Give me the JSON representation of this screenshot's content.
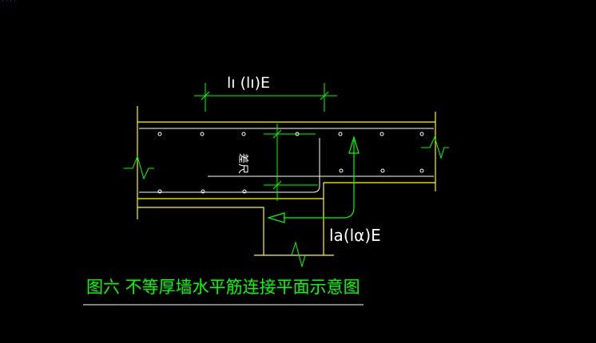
{
  "corner_text": "· · · ·",
  "labels": {
    "lap_length": "lı (lı)E",
    "anchor_length": "la(lα)E",
    "wall_thickness_diff": "差尺"
  },
  "caption": "图六  不等厚墙水平筋连接平面示意图",
  "colors": {
    "background": "#000000",
    "wall_outline": "#ffff00",
    "dimension": "#00ff00",
    "rebar": "#ffffff",
    "anchor_rebar": "#00ff00",
    "cursor": "#3355ff"
  }
}
